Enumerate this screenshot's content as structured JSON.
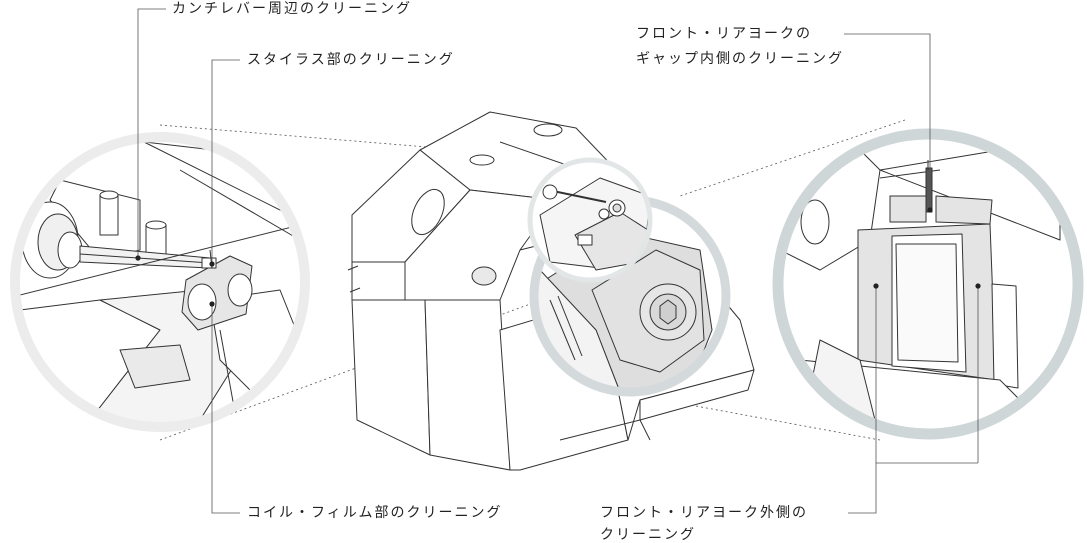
{
  "labels": {
    "cantilever": "カンチレバー周辺のクリーニング",
    "stylus": "スタイラス部のクリーニング",
    "coil_film": "コイル・フィルム部のクリーニング",
    "yoke_gap_line1": "フロント・リアヨークの",
    "yoke_gap_line2": "ギャップ内側のクリーニング",
    "yoke_outer_line1": "フロント・リアヨーク外側の",
    "yoke_outer_line2": "クリーニング"
  },
  "colors": {
    "line": "#333333",
    "leader": "#555555",
    "ring_left": "#ebeceb",
    "ring_center": "#d4dadb",
    "ring_right": "#ced6d8",
    "fill_light": "#ffffff",
    "fill_gray": "#e9e9e9",
    "fill_dark": "#dadada"
  }
}
